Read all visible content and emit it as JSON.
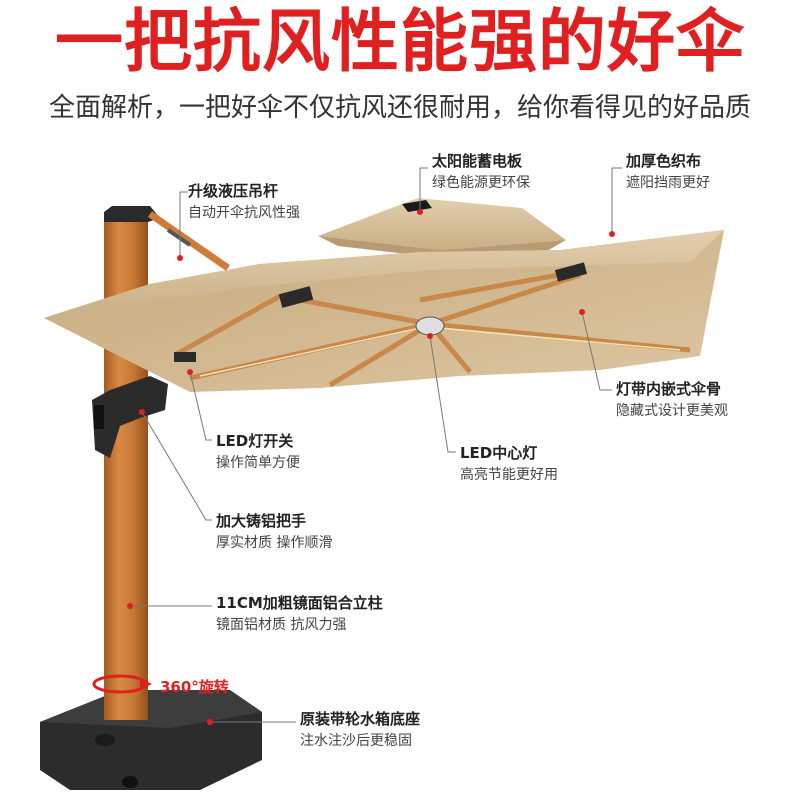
{
  "header": {
    "title": "一把抗风性能强的好伞",
    "subtitle": "全面解析，一把好伞不仅抗风还很耐用，给你看得见的好品质"
  },
  "features": [
    {
      "title": "太阳能蓄电板",
      "desc": "绿色能源更环保"
    },
    {
      "title": "加厚色织布",
      "desc": "遮阳挡雨更好"
    },
    {
      "title": "升级液压吊杆",
      "desc": "自动开伞抗风性强"
    },
    {
      "title": "灯带内嵌式伞骨",
      "desc": "隐藏式设计更美观"
    },
    {
      "title": "LED灯开关",
      "desc": "操作简单方便"
    },
    {
      "title": "LED中心灯",
      "desc": "高亮节能更好用"
    },
    {
      "title": "加大铸铝把手",
      "desc": "厚实材质 操作顺滑"
    },
    {
      "title": "11CM加粗镜面铝合立柱",
      "desc": "镜面铝材质 抗风力强"
    },
    {
      "title": "原装带轮水箱底座",
      "desc": "注水注沙后更稳固"
    }
  ],
  "rotation": {
    "label": "360°旋转"
  },
  "colors": {
    "accent": "#e02020",
    "canopy": "#d7c09c",
    "canopy_shadow": "#b89b72",
    "wood": "#c87a35",
    "base": "#2a2a2a",
    "leader": "#777777"
  },
  "icons": [
    "solar-panel-icon",
    "rotation-arrow-icon"
  ]
}
